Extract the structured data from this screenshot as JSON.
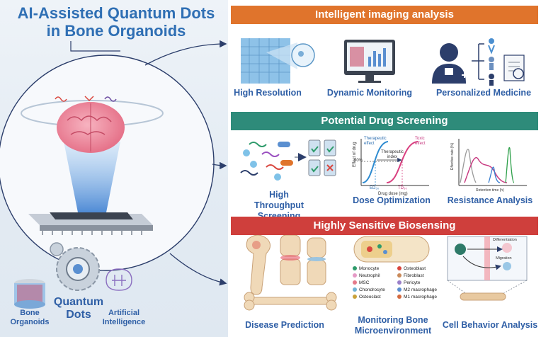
{
  "title": "AI-Assisted Quantum Dots in Bone Organoids",
  "left": {
    "labels": {
      "bone_organoids": "Bone Organoids",
      "quantum_dots": "Quantum Dots",
      "ai": "Artificial Intelligence"
    }
  },
  "sections": [
    {
      "title": "Intelligent imaging analysis",
      "color": "#e0742c",
      "items": [
        "High Resolution",
        "Dynamic Monitoring",
        "Personalized Medicine"
      ]
    },
    {
      "title": "Potential Drug Screening",
      "color": "#2e8b7a",
      "items": [
        "High Throughput Screening",
        "Dose Optimization",
        "Resistance Analysis"
      ]
    },
    {
      "title": "Highly Sensitive Biosensing",
      "color": "#cf3f3c",
      "items": [
        "Disease Prediction",
        "Monitoring Bone Microenvironment",
        "Cell Behavior Analysis"
      ]
    }
  ],
  "dose_chart": {
    "ylabel": "Effect of drug",
    "xlabel": "Drug dose (mg)",
    "y_tick": "50%",
    "therapeutic_effect": "Therapeutic effect",
    "toxic_effect": "Toxic effect",
    "therapeutic_index": "Therapeutic index",
    "ed50": "ED₅₀",
    "td50": "TD₅₀"
  },
  "resistance_chart": {
    "ylabel": "Effective rate (%)",
    "xlabel": "Retention time (h)"
  },
  "cells": {
    "legend": [
      {
        "name": "Monocyte",
        "color": "#2e9b6b"
      },
      {
        "name": "Osteoblast",
        "color": "#d9463e"
      },
      {
        "name": "Neutrophil",
        "color": "#e59ac6"
      },
      {
        "name": "Fibroblast",
        "color": "#c98a5a"
      },
      {
        "name": "MSC",
        "color": "#e57a8a"
      },
      {
        "name": "Pericyte",
        "color": "#9a7fc9"
      },
      {
        "name": "Chondrocyte",
        "color": "#6fb3d6"
      },
      {
        "name": "M2 macrophage",
        "color": "#5a8fd0"
      },
      {
        "name": "Osteoclast",
        "color": "#c9a23a"
      },
      {
        "name": "M1 macrophage",
        "color": "#d46a3f"
      }
    ]
  },
  "cell_behavior": {
    "differentiation": "Differentiation",
    "migration": "Migration"
  }
}
